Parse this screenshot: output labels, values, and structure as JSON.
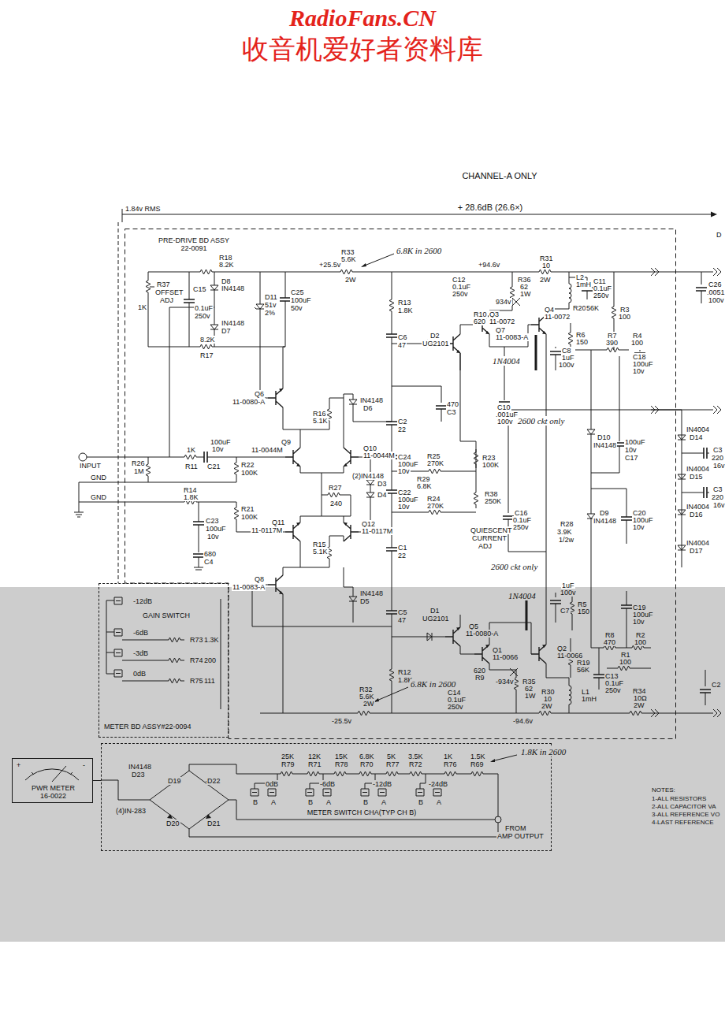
{
  "diagram": {
    "nodes": [
      {
        "text": [
          "PRE-DRIVE BD ASSY 22-0091"
        ]
      },
      {
        "text": [
          "METER BD ASSY#22-0094"
        ]
      },
      {
        "text": [
          "PWR METER 16-0022"
        ]
      },
      {
        "text": [
          "METER SWITCH CHA(TYP CH B)"
        ]
      }
    ],
    "edges": [
      {
        "from": 2,
        "to": 3,
        "arrow": "none"
      }
    ],
    "labels": [
      "RadioFans.CN",
      "收音机爱好者资料库",
      "CHANNEL-A ONLY",
      "1.84v RMS",
      "+ 28.6dB (26.6×)",
      "D",
      "R18",
      "8.2K",
      "+25.5v",
      "R33",
      "5.6K",
      "2W",
      "6.8K in 2600",
      "+94.6v",
      "R31",
      "10",
      "2W",
      "R36",
      "62",
      "1W",
      "L2",
      "1mH",
      "C12",
      "0.1uF",
      "250v",
      "C11",
      "0.1uF",
      "250v",
      "C26",
      ".0051",
      "100v",
      "R37",
      "OFFSET",
      "ADJ",
      "1K",
      "D8",
      "IN4148",
      "C15",
      "0.1uF",
      "250v",
      "IN4148",
      "D7",
      "8.2K",
      "R17",
      "D11",
      "51v",
      "2%",
      "C25",
      "100uF",
      "50v",
      "R13",
      "1.8K",
      "934v",
      "R10",
      "620",
      "Q3",
      "11-0072",
      "Q7",
      "11-0083-A",
      "Q4",
      "11-0072",
      "R20",
      "56K",
      "R3",
      "100",
      "R7",
      "390",
      "R4",
      "100",
      "C6",
      "47",
      "D2",
      "UG2101",
      "R6",
      "150",
      "C8",
      "1uF",
      "100v",
      "1N4004",
      "C18",
      "100uF",
      "10v",
      "Q6",
      "11-0080-A",
      "IN4148",
      "D6",
      "470",
      "C3",
      "C10",
      ".001uF",
      "100v",
      "2600 ckt only",
      "R16",
      "5.1K",
      "C2",
      "22",
      "D10",
      "IN4148",
      "100uF",
      "10v",
      "C17",
      "IN4004",
      "D14",
      "C3",
      "220",
      "16v",
      "IN4004",
      "D15",
      "C3",
      "220",
      "16v",
      "IN4004",
      "D16",
      "IN4004",
      "D17",
      "INPUT",
      "GND",
      "GND",
      "R26",
      "1M",
      "1K",
      "R11",
      "100uF",
      "10v",
      "C21",
      "R22",
      "100K",
      "Q9",
      "11-0044M",
      "Q10",
      "11-0044M",
      "C24",
      "100uF",
      "10v",
      "R25",
      "270K",
      "R23",
      "100K",
      "(2)IN4148",
      "D3",
      "D4",
      "R29",
      "6.8K",
      "R27",
      "240",
      "C22",
      "100uF",
      "10v",
      "R24",
      "270K",
      "R38",
      "250K",
      "R14",
      "1.8K",
      "R21",
      "100K",
      "C23",
      "100uF",
      "10v",
      "QUIESCENT",
      "CURRENT",
      "ADJ",
      "C16",
      "0.1uF",
      "250v",
      "R28",
      "3.9K",
      "1/2w",
      "D9",
      "IN4148",
      "C20",
      "100uF",
      "10v",
      "Q11",
      "11-0117M",
      "Q12",
      "11-0117M",
      "R15",
      "5.1K",
      "680",
      "C4",
      "C1",
      "22",
      "2600 ckt only",
      "Q8",
      "11-0083-A",
      "IN4148",
      "D5",
      "1uF",
      "100v",
      "C7",
      "R5",
      "150",
      "C19",
      "100uF",
      "10v",
      "C5",
      "47",
      "D1",
      "UG2101",
      "Q5",
      "11-0080-A",
      "Q1",
      "11-0066",
      "Q2",
      "11-0066",
      "1N4004",
      "R8",
      "470",
      "R2",
      "100",
      "R1",
      "100",
      "R19",
      "56K",
      "620",
      "R9",
      "R12",
      "1.8K",
      "-934v",
      "R35",
      "62",
      "1W",
      "C13",
      "0.1uF",
      "250v",
      "L1",
      "1mH",
      "R34",
      "10Ω",
      "2W",
      "R32",
      "5.6K",
      "2W",
      "6.8K in 2600",
      "-25.5v",
      "C14",
      "0.1uF",
      "250v",
      "-94.6v",
      "R30",
      "10",
      "2W",
      "C2",
      "-12dB",
      "GAIN SWITCH",
      "-6dB",
      "R73",
      "1.3K",
      "-3dB",
      "R74",
      "200",
      "0dB",
      "R75",
      "111",
      "25K",
      "R79",
      "12K",
      "R71",
      "15K",
      "R78",
      "6.8K",
      "R70",
      "5K",
      "R77",
      "3.5K",
      "R72",
      "1K",
      "R76",
      "1.5K",
      "R69",
      "1.8K in 2600",
      "0dB",
      "-6dB",
      "-12dB",
      "-24dB",
      "B",
      "A",
      "B",
      "A",
      "B",
      "A",
      "B",
      "A",
      "FROM",
      "AMP OUTPUT",
      "+",
      "-",
      "IN4148",
      "D23",
      "D19",
      "D22",
      "(4)IN-283",
      "D20",
      "D21",
      "NOTES:",
      "1-ALL RESISTORS",
      "2-ALL CAPACITOR VA",
      "3-ALL REFERENCE VO",
      "4-LAST REFERENCE"
    ]
  }
}
